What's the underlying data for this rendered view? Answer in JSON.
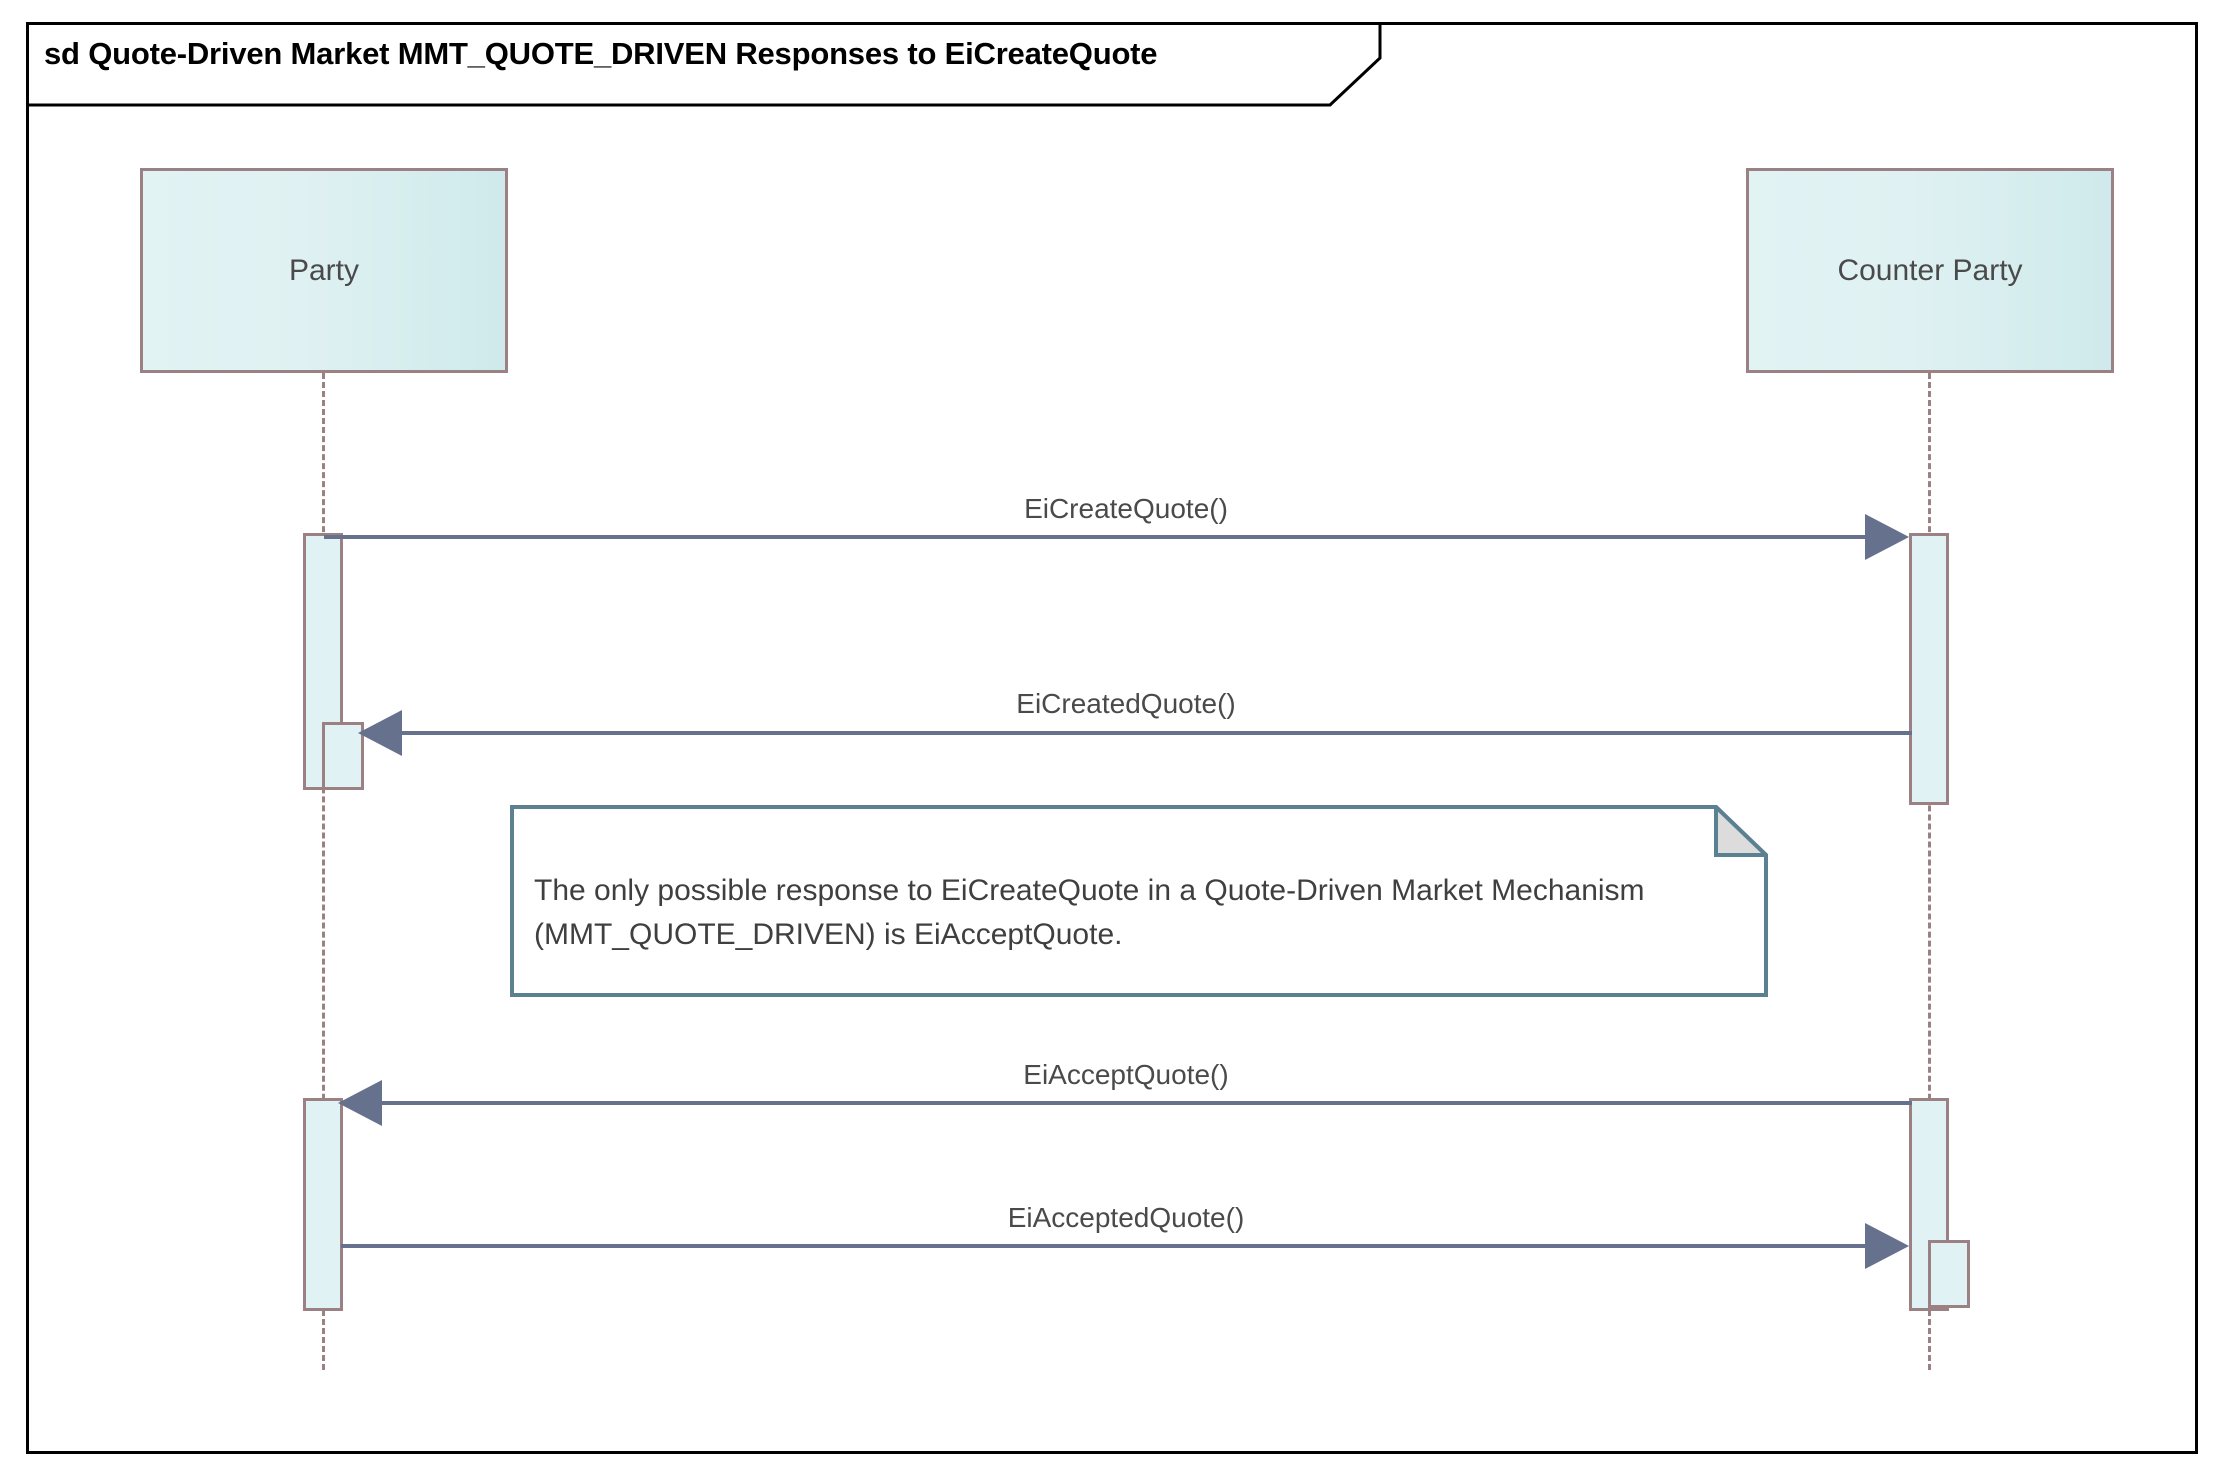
{
  "diagram": {
    "kind_keyword": "sd",
    "title": "sd Quote-Driven Market MMT_QUOTE_DRIVEN Responses to EiCreateQuote",
    "frame_border_color": "#000000",
    "background": "#ffffff"
  },
  "lifelines": [
    {
      "id": "party",
      "label": "Party",
      "fill_color": "#dff1f2",
      "border_color": "#9b8183"
    },
    {
      "id": "counter_party",
      "label": "Counter Party",
      "fill_color": "#dff1f2",
      "border_color": "#9b8183"
    }
  ],
  "messages": [
    {
      "id": "m1",
      "label": "EiCreateQuote()",
      "from": "party",
      "to": "counter_party",
      "direction": "right",
      "line_color": "#66718d"
    },
    {
      "id": "m2",
      "label": "EiCreatedQuote()",
      "from": "counter_party",
      "to": "party",
      "direction": "left",
      "line_color": "#66718d"
    },
    {
      "id": "m3",
      "label": "EiAcceptQuote()",
      "from": "counter_party",
      "to": "party",
      "direction": "left",
      "line_color": "#66718d"
    },
    {
      "id": "m4",
      "label": "EiAcceptedQuote()",
      "from": "party",
      "to": "counter_party",
      "direction": "right",
      "line_color": "#66718d"
    }
  ],
  "note": {
    "text": "The only possible response to EiCreateQuote in a Quote-Driven Market Mechanism  (MMT_QUOTE_DRIVEN) is EiAcceptQuote.",
    "border_color": "#5b8091",
    "fill_color": "#ffffff",
    "fold_fill_color": "#dcdcdc"
  }
}
